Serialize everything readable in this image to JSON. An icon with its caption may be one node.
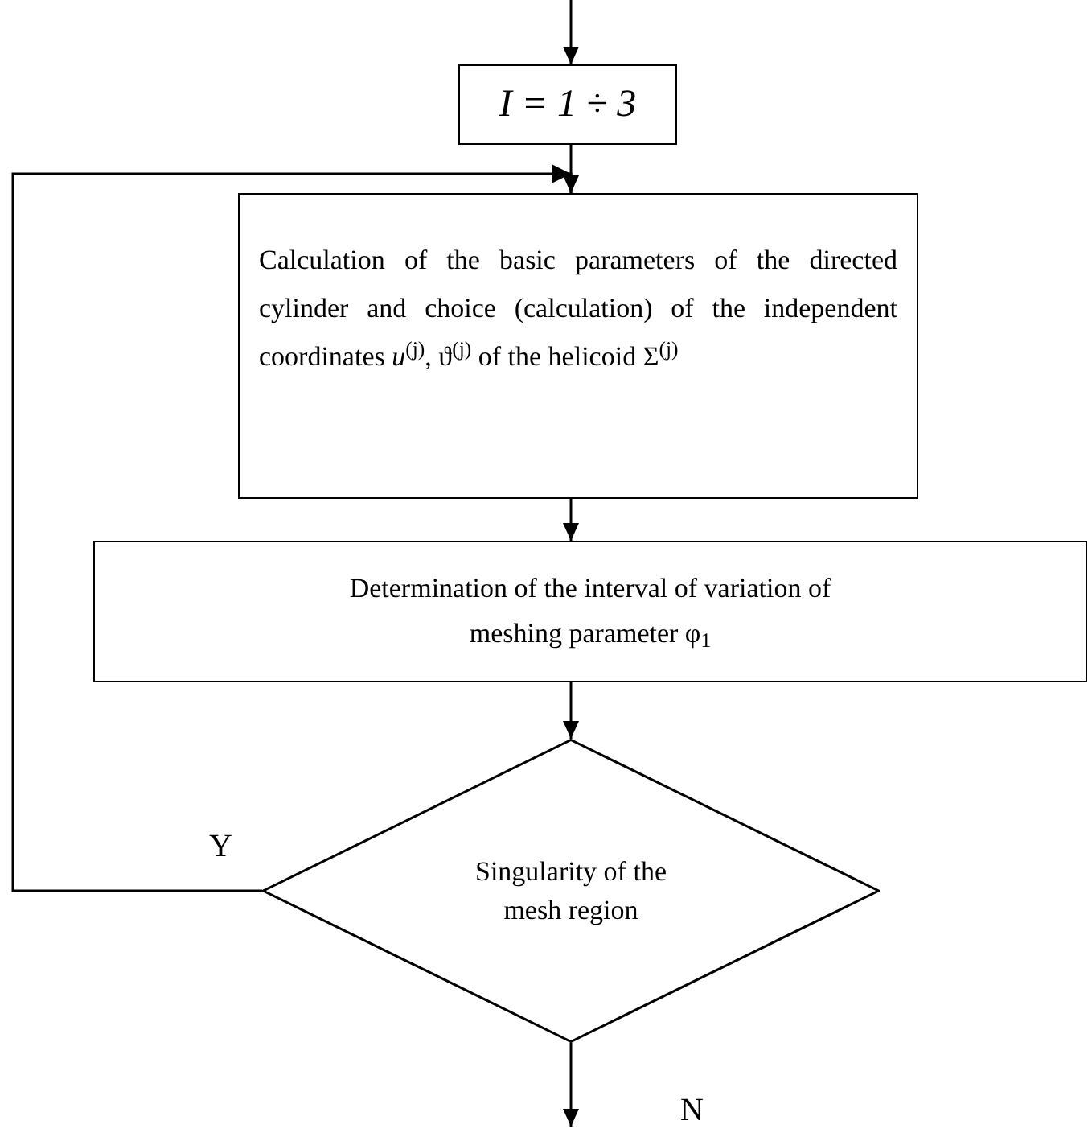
{
  "diagram": {
    "nodes": [
      {
        "text": [
          "I = 1 ÷ 3"
        ]
      },
      {
        "text": [
          "Calculation of the basic parameters of the directed cylinder and choice (calculation) of the independent coordinates *u*$^{(j)}$, ϑ$^{(j)}$ of the helicoid Σ$^{(j)}$"
        ]
      },
      {
        "text": [
          "Determination of the interval of variation of meshing parameter φ$_{1}$"
        ]
      },
      {
        "text": [
          "Singularity of the mesh region"
        ]
      }
    ],
    "edges": [
      {
        "from": null,
        "to": 0,
        "arrow": "to"
      },
      {
        "from": 0,
        "to": 1,
        "arrow": "to"
      },
      {
        "from": 1,
        "to": 2,
        "arrow": "to"
      },
      {
        "from": 2,
        "to": 3,
        "arrow": "to"
      },
      {
        "from": 3,
        "to": 1,
        "arrow": "to",
        "label": "Y"
      },
      {
        "from": 3,
        "to": null,
        "arrow": "to",
        "label": "N"
      }
    ]
  }
}
